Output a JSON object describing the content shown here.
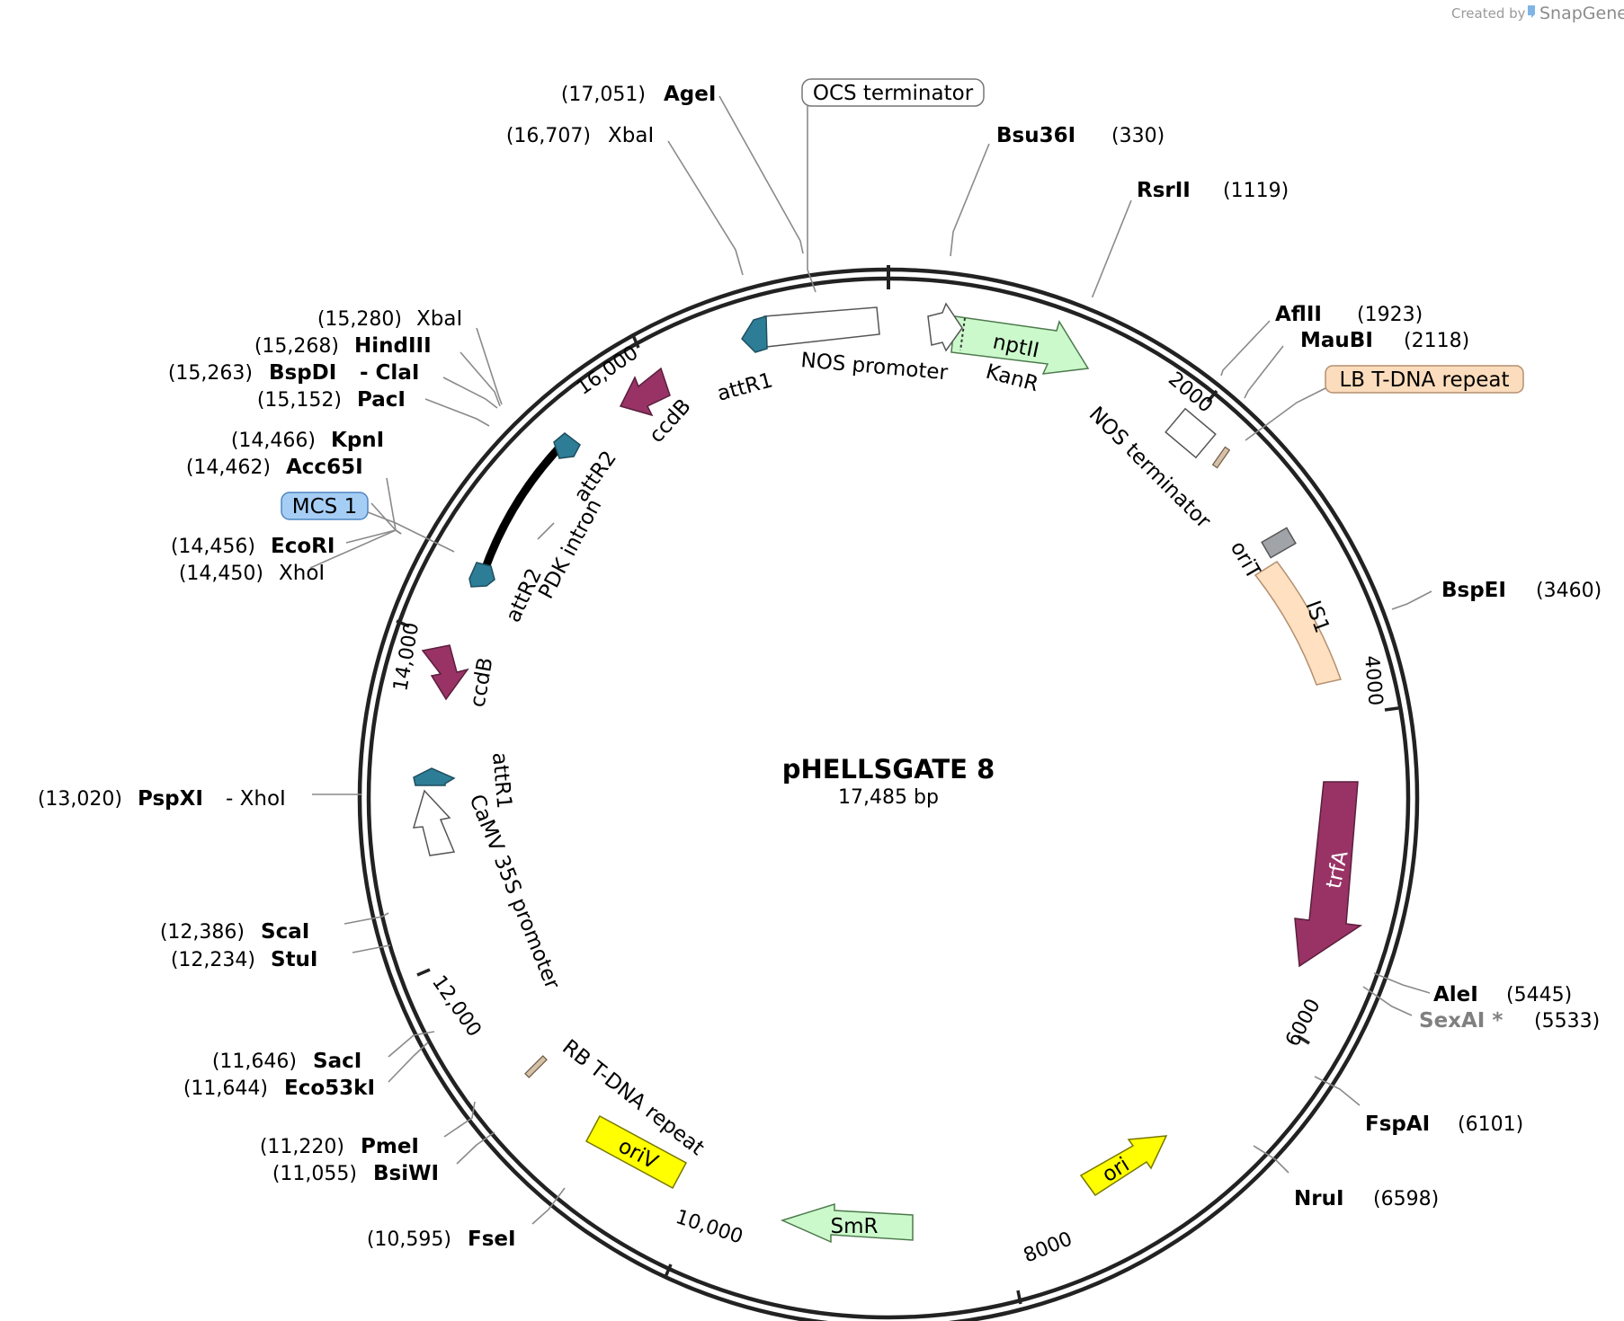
{
  "credit": {
    "prefix": "Created by",
    "brand": "SnapGene"
  },
  "plasmid": {
    "name": "pHELLSGATE 8",
    "length_label": "17,485 bp"
  },
  "ticks": [
    "2000",
    "4000",
    "6000",
    "8000",
    "10,000",
    "12,000",
    "14,000",
    "16,000"
  ],
  "sites": [
    {
      "pos": "(17,051)",
      "name": "AgeI",
      "bold": true
    },
    {
      "pos": "(16,707)",
      "name": "XbaI",
      "bold": false
    },
    {
      "pos": "(330)",
      "name": "Bsu36I",
      "bold": true
    },
    {
      "pos": "(1119)",
      "name": "RsrII",
      "bold": true
    },
    {
      "pos": "(1923)",
      "name": "AflII",
      "bold": true
    },
    {
      "pos": "(2118)",
      "name": "MauBI",
      "bold": true
    },
    {
      "pos": "(3460)",
      "name": "BspEI",
      "bold": true
    },
    {
      "pos": "(5445)",
      "name": "AleI",
      "bold": true
    },
    {
      "pos": "(5533)",
      "name": "SexAI *",
      "bold": true,
      "grey": true
    },
    {
      "pos": "(6101)",
      "name": "FspAI",
      "bold": true
    },
    {
      "pos": "(6598)",
      "name": "NruI",
      "bold": true
    },
    {
      "pos": "(15,280)",
      "name": "XbaI",
      "bold": false
    },
    {
      "pos": "(15,268)",
      "name": "HindIII",
      "bold": true
    },
    {
      "pos": "(15,263)",
      "name": "BspDI",
      "bold": true,
      "extra": "- ClaI"
    },
    {
      "pos": "(15,152)",
      "name": "PacI",
      "bold": true
    },
    {
      "pos": "(14,466)",
      "name": "KpnI",
      "bold": true
    },
    {
      "pos": "(14,462)",
      "name": "Acc65I",
      "bold": true
    },
    {
      "pos": "(14,456)",
      "name": "EcoRI",
      "bold": true
    },
    {
      "pos": "(14,450)",
      "name": "XhoI",
      "bold": false
    },
    {
      "pos": "(13,020)",
      "name": "PspXI",
      "bold": true,
      "extra": "- XhoI"
    },
    {
      "pos": "(12,386)",
      "name": "ScaI",
      "bold": true
    },
    {
      "pos": "(12,234)",
      "name": "StuI",
      "bold": true
    },
    {
      "pos": "(11,646)",
      "name": "SacI",
      "bold": true
    },
    {
      "pos": "(11,644)",
      "name": "Eco53kI",
      "bold": true
    },
    {
      "pos": "(11,220)",
      "name": "PmeI",
      "bold": true
    },
    {
      "pos": "(11,055)",
      "name": "BsiWI",
      "bold": true
    },
    {
      "pos": "(10,595)",
      "name": "FseI",
      "bold": true
    }
  ],
  "features": {
    "ocs_terminator": "OCS terminator",
    "nos_promoter": "NOS promoter",
    "attR1_top": "attR1",
    "nptII": "nptII",
    "kanR": "KanR",
    "lb_repeat": "LB T-DNA repeat",
    "nos_terminator": "NOS terminator",
    "oriT": "oriT",
    "is1": "IS1",
    "trfA": "trfA",
    "ori": "ori",
    "smR": "SmR",
    "oriV": "oriV",
    "rb_repeat": "RB T-DNA repeat",
    "camv": "CaMV 35S promoter",
    "attR1_left": "attR1",
    "ccdB_lower": "ccdB",
    "attR2_lower": "attR2",
    "pdk_intron": "PDK intron",
    "attR2_upper": "attR2",
    "ccdB_upper": "ccdB",
    "mcs": "MCS 1"
  },
  "colors": {
    "ring": "#222222",
    "nptII": "#ccf9cc",
    "smR": "#ccf9cc",
    "ori": "#ffff00",
    "oriV": "#ffff00",
    "trfA": "#993366",
    "ccdB": "#993366",
    "attR": "#2e7d96",
    "is1": "#ffe0c0",
    "lb_label_bg": "#fbdcbc",
    "mcs_label_bg": "#a6cef5",
    "oriT": "#a0a4a8"
  }
}
